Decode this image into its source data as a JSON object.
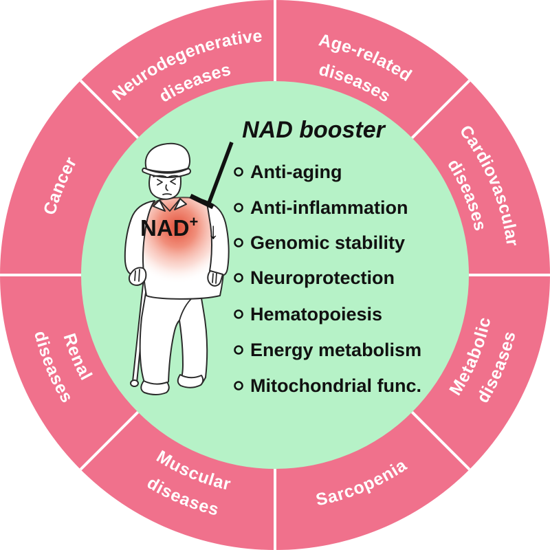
{
  "diagram": {
    "title": "NAD booster",
    "center": {
      "nad_text": "NAD",
      "nad_sup": "+",
      "down_arrow": "↓",
      "benefits": [
        "Anti-aging",
        "Anti-inflammation",
        "Genomic stability",
        "Neuroprotection",
        "Hematopoiesis",
        "Energy metabolism",
        "Mitochondrial func."
      ]
    },
    "segments": [
      {
        "id": "neurodegenerative-diseases",
        "lines": [
          "Neurodegenerative",
          "diseases"
        ]
      },
      {
        "id": "age-related-diseases",
        "lines": [
          "Age-related",
          "diseases"
        ]
      },
      {
        "id": "cardiovascular-diseases",
        "lines": [
          "Cardiovascular",
          "diseases"
        ]
      },
      {
        "id": "metabolic-diseases",
        "lines": [
          "Metabolic",
          "diseases"
        ]
      },
      {
        "id": "sarcopenia",
        "lines": [
          "Sarcopenia"
        ]
      },
      {
        "id": "muscular-diseases",
        "lines": [
          "Muscular",
          "diseases"
        ]
      },
      {
        "id": "renal-diseases",
        "lines": [
          "Renal",
          "diseases"
        ]
      },
      {
        "id": "cancer",
        "lines": [
          "Cancer"
        ]
      }
    ],
    "colors": {
      "ring_pink": "#F0718C",
      "inner_green": "#B6F2C7",
      "label_white": "#FFFFFF",
      "text_dark": "#111111",
      "gradient_red": "#E1452E"
    }
  }
}
